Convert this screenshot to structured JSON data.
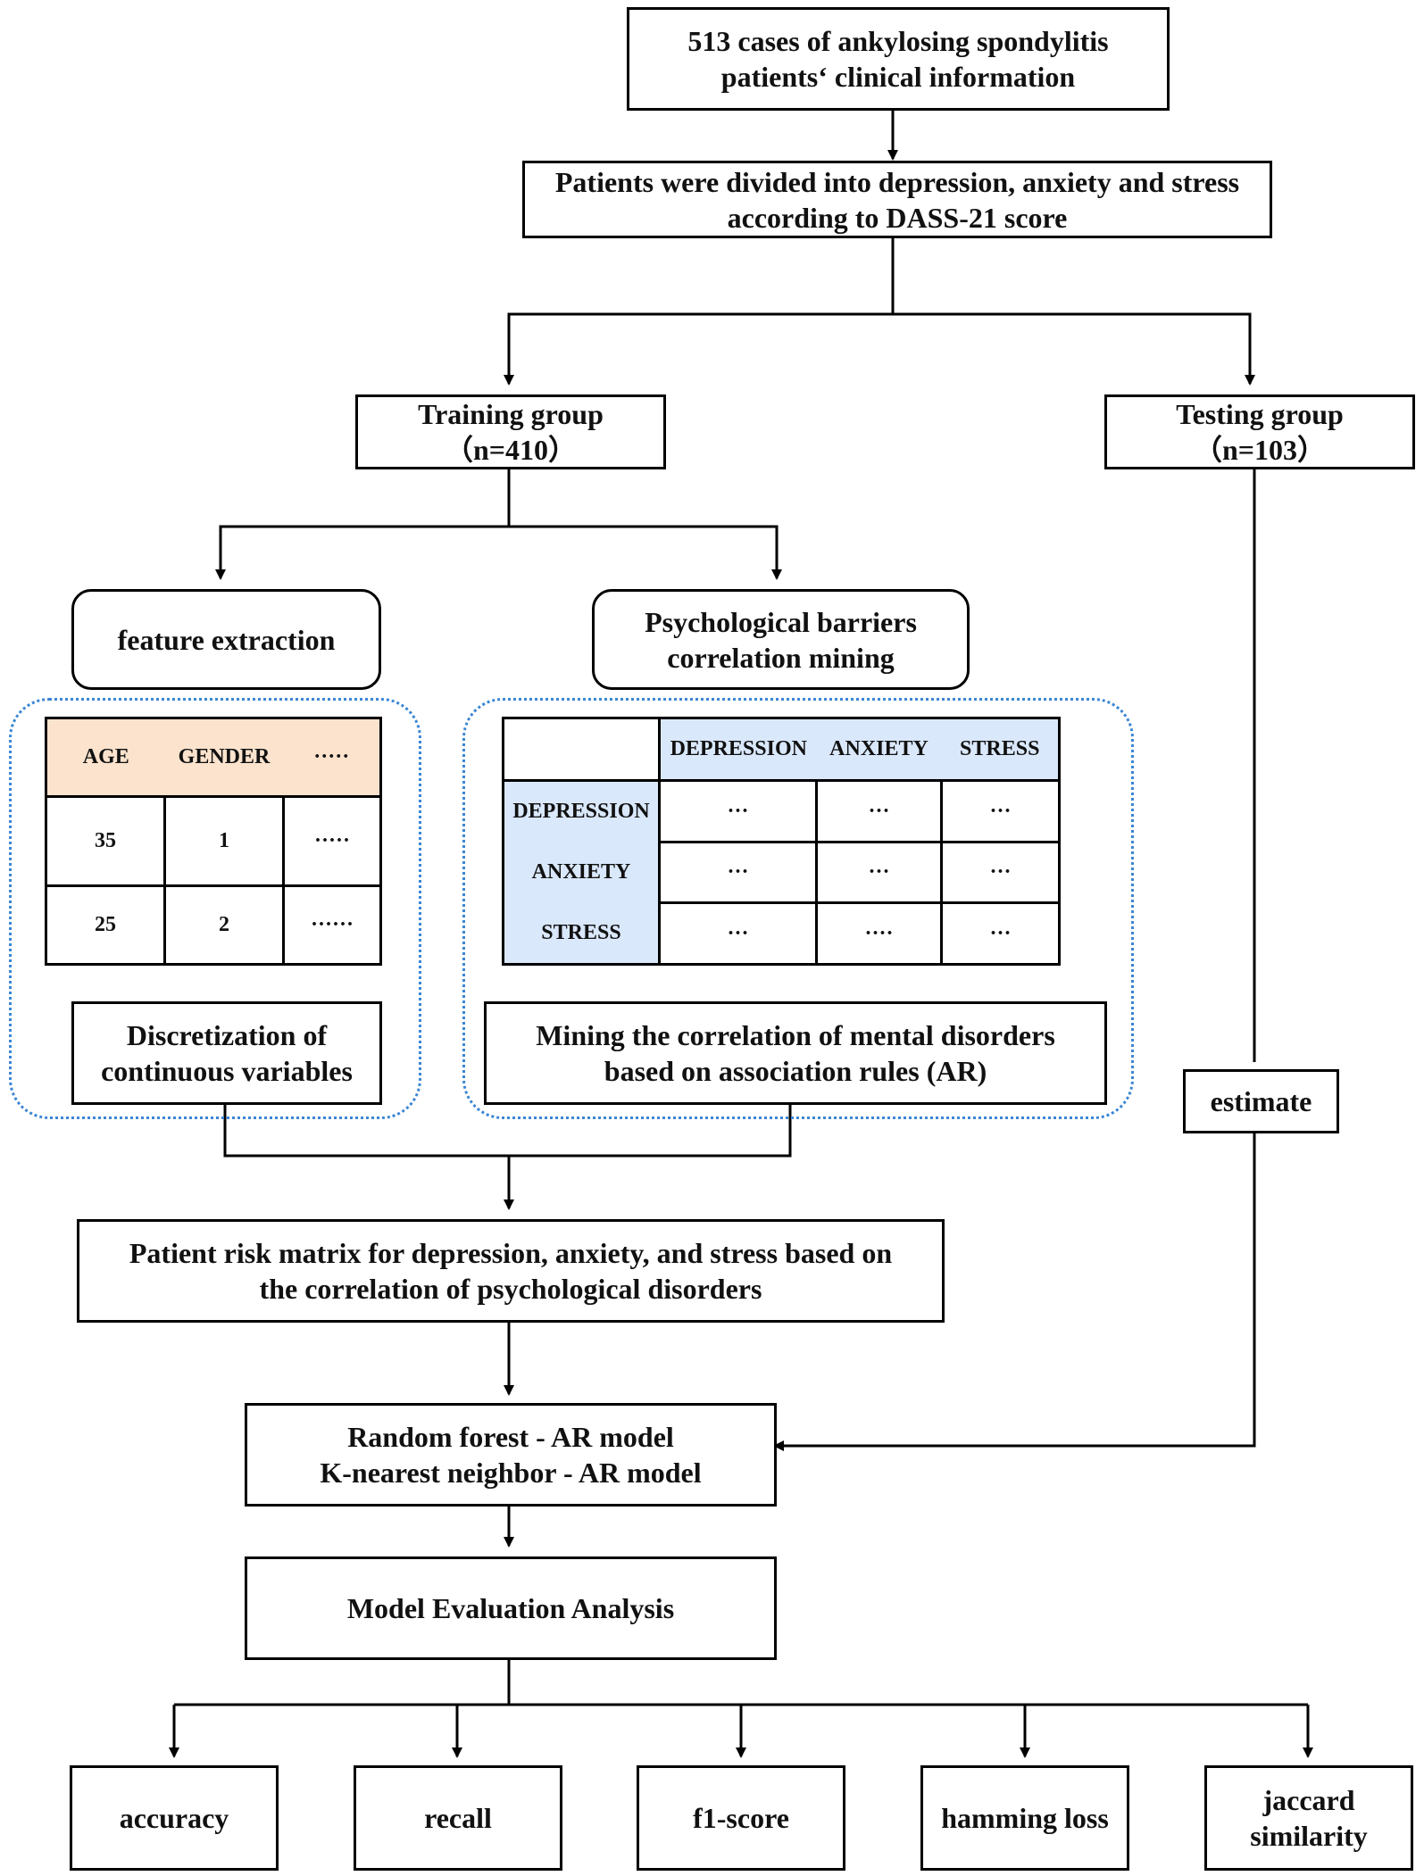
{
  "nodes": {
    "start": "513 cases of ankylosing spondylitis\npatients‘ clinical information",
    "divide": "Patients were divided into depression, anxiety and stress\naccording to DASS-21 score",
    "training": "Training group\n（n=410）",
    "testing": "Testing group\n（n=103）",
    "feature": "feature extraction",
    "psych": "Psychological barriers\ncorrelation mining",
    "discretize": "Discretization of\ncontinuous variables",
    "mining": "Mining the correlation of mental disorders\nbased on association rules (AR)",
    "estimate": "estimate",
    "risk": "Patient risk matrix for depression, anxiety, and stress based on\nthe correlation of psychological disorders",
    "models": "Random forest - AR model\nK-nearest neighbor - AR model",
    "evaluation": "Model Evaluation Analysis",
    "metrics": [
      "accuracy",
      "recall",
      "f1-score",
      "hamming loss",
      "jaccard\nsimilarity"
    ]
  },
  "feature_table": {
    "headers": [
      "AGE",
      "GENDER",
      "·····"
    ],
    "rows": [
      [
        "35",
        "1",
        "·····"
      ],
      [
        "25",
        "2",
        "······"
      ]
    ]
  },
  "relation_table": {
    "headers": [
      "DEPRESSION",
      "ANXIETY",
      "STRESS"
    ],
    "row_labels": [
      "DEPRESSION",
      "ANXIETY",
      "STRESS"
    ],
    "cells": [
      [
        "···",
        "···",
        "···"
      ],
      [
        "···",
        "···",
        "···"
      ],
      [
        "···",
        "····",
        "···"
      ]
    ]
  },
  "colors": {
    "line": "#000000",
    "dotted_border": "#3a86d4",
    "feature_header": "#fbe3cd",
    "relation_header": "#dae8fc"
  }
}
